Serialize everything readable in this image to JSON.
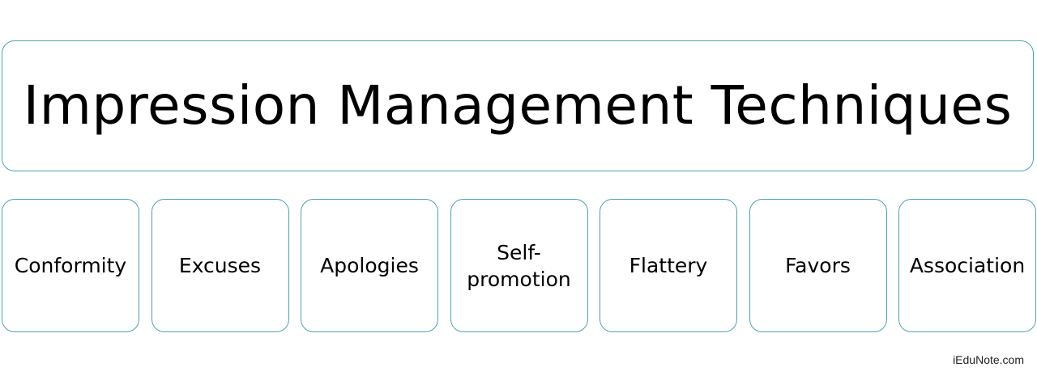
{
  "title": "Impression Management Techniques",
  "items": [
    {
      "label": "Conformity"
    },
    {
      "label": "Excuses"
    },
    {
      "label": "Apologies"
    },
    {
      "label": "Self-\npromotion"
    },
    {
      "label": "Flattery"
    },
    {
      "label": "Favors"
    },
    {
      "label": "Association"
    }
  ],
  "footer": "iEduNote.com",
  "colors": {
    "border": "#4aa3b0",
    "text": "#000000",
    "background": "#ffffff"
  }
}
